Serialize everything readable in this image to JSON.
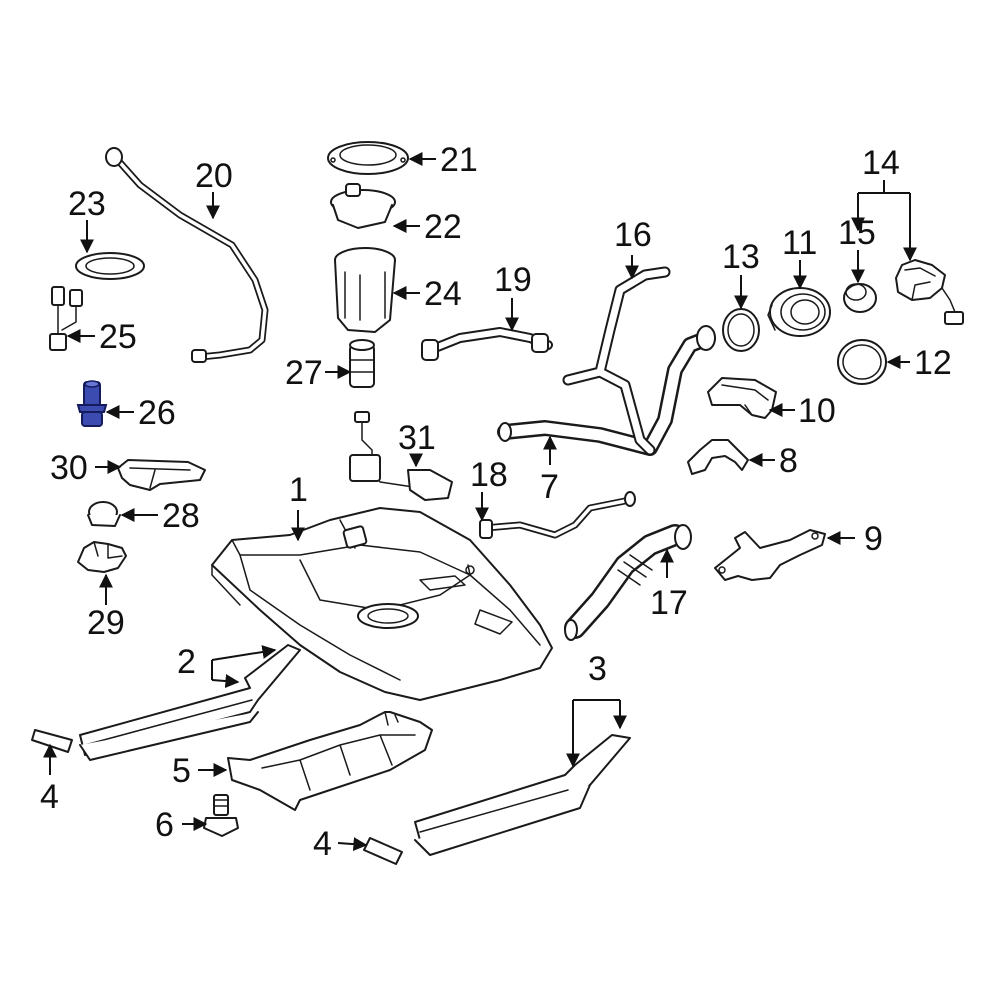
{
  "diagram": {
    "highlight_color": "#3b4bb0",
    "line_color": "#1a1a1a",
    "background": "#ffffff",
    "callouts": [
      "1",
      "2",
      "3",
      "4",
      "4",
      "5",
      "6",
      "7",
      "8",
      "9",
      "10",
      "11",
      "12",
      "13",
      "14",
      "15",
      "16",
      "17",
      "18",
      "19",
      "20",
      "21",
      "22",
      "23",
      "24",
      "25",
      "26",
      "27",
      "28",
      "29",
      "30",
      "31"
    ],
    "highlighted_part": "26"
  }
}
